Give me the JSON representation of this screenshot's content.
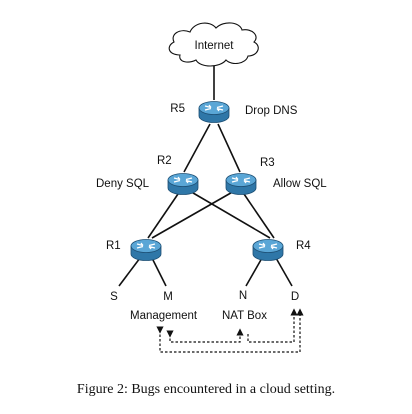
{
  "cloud": {
    "label": "Internet"
  },
  "routers": [
    {
      "id": "R5",
      "name": "R5",
      "policy": "Drop DNS"
    },
    {
      "id": "R2",
      "name": "R2",
      "policy": "Deny SQL"
    },
    {
      "id": "R3",
      "name": "R3",
      "policy": "Allow SQL"
    },
    {
      "id": "R1",
      "name": "R1",
      "policy": ""
    },
    {
      "id": "R4",
      "name": "R4",
      "policy": ""
    }
  ],
  "hosts": [
    {
      "id": "S",
      "label": "S"
    },
    {
      "id": "M",
      "label": "M"
    },
    {
      "id": "N",
      "label": "N"
    },
    {
      "id": "D",
      "label": "D"
    }
  ],
  "boxes": {
    "management": "Management",
    "nat": "NAT Box"
  },
  "colors": {
    "router_top": "#5aa6d6",
    "router_side": "#2f77a8",
    "router_arrow": "#ffffff"
  },
  "caption": "Figure 2: Bugs encountered in a cloud setting."
}
